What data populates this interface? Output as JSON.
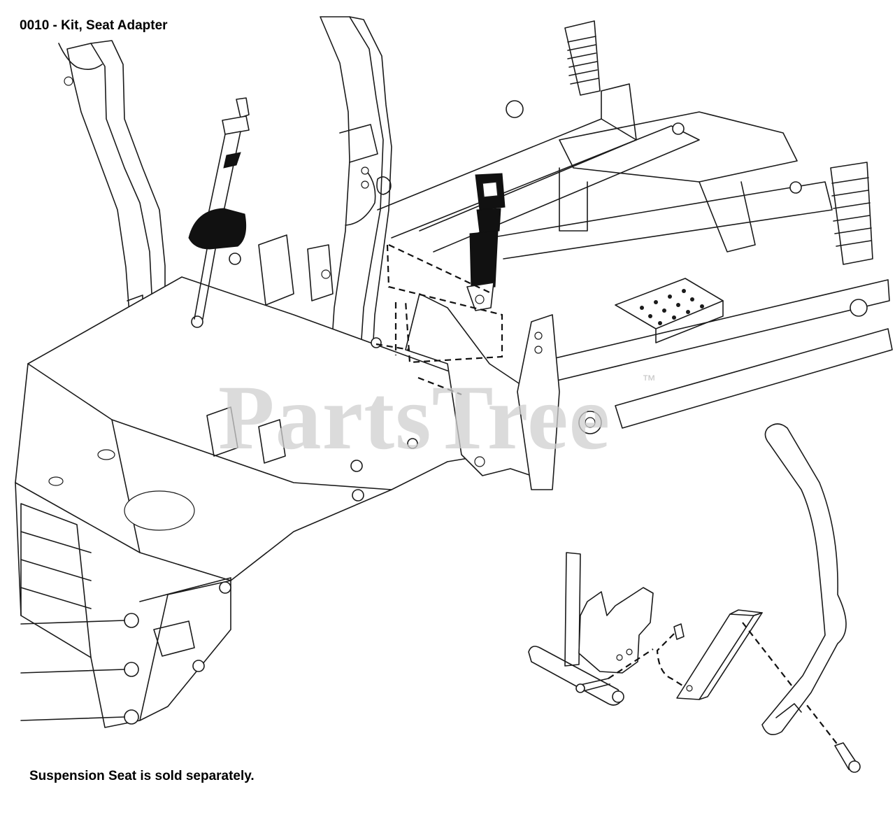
{
  "header": {
    "title": "0010 - Kit, Seat Adapter"
  },
  "footer": {
    "note": "Suspension Seat is sold separately."
  },
  "watermark": {
    "logo_text": "PartsTree",
    "trademark": "™"
  },
  "colors": {
    "line": "#1a1a1a",
    "background": "#ffffff",
    "watermark": "#d0d0d0"
  }
}
